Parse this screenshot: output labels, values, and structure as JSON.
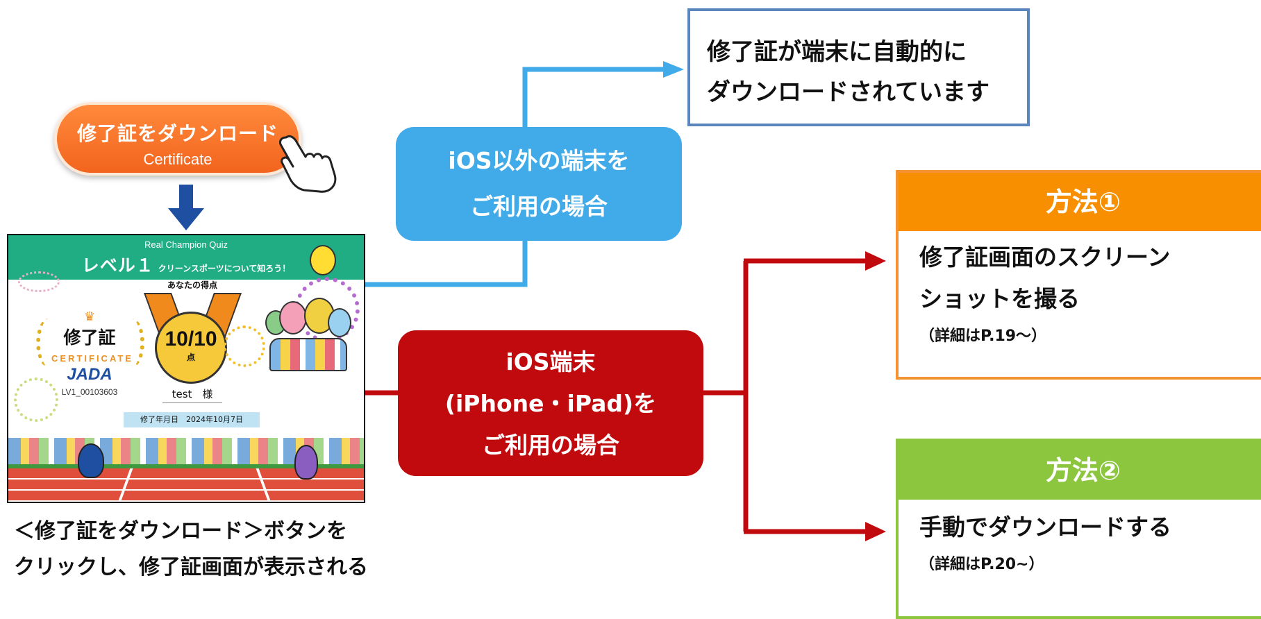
{
  "download_button": {
    "label": "修了証をダウンロード",
    "sublabel": "Certificate"
  },
  "certificate": {
    "header_small": "Real Champion Quiz",
    "level": "レベル１",
    "level_sub": "クリーンスポーツについて知ろう！",
    "title": "修了証",
    "certificate_word": "CERTIFICATE",
    "org": "JADA",
    "id": "LV1_00103603",
    "score_label": "あなたの得点",
    "score": "10/10",
    "score_unit": "点",
    "name": "test　様",
    "date": "修了年月日　2024年10月7日"
  },
  "caption": {
    "line1": "＜修了証をダウンロード＞ボタンを",
    "line2": "クリックし、修了証画面が表示される"
  },
  "auto_download": {
    "line1": "修了証が端末に自動的に",
    "line2": "ダウンロードされています"
  },
  "non_ios": {
    "line1": "iOS以外の端末を",
    "line2": "ご利用の場合"
  },
  "ios": {
    "line1": "iOS端末",
    "line2": "(iPhone・iPad)を",
    "line3": "ご利用の場合"
  },
  "method1": {
    "title": "方法①",
    "line1": "修了証画面のスクリーン",
    "line2": "ショットを撮る",
    "note": "（詳細はP.19〜）"
  },
  "method2": {
    "title": "方法②",
    "line1": "手動でダウンロードする",
    "note": "（詳細はP.20~）"
  },
  "colors": {
    "blue": "#40abe8",
    "red": "#c00a0e",
    "orange": "#f78f00",
    "green": "#8cc63f",
    "navy": "#1f4fa0",
    "box_border": "#5a86bd"
  }
}
